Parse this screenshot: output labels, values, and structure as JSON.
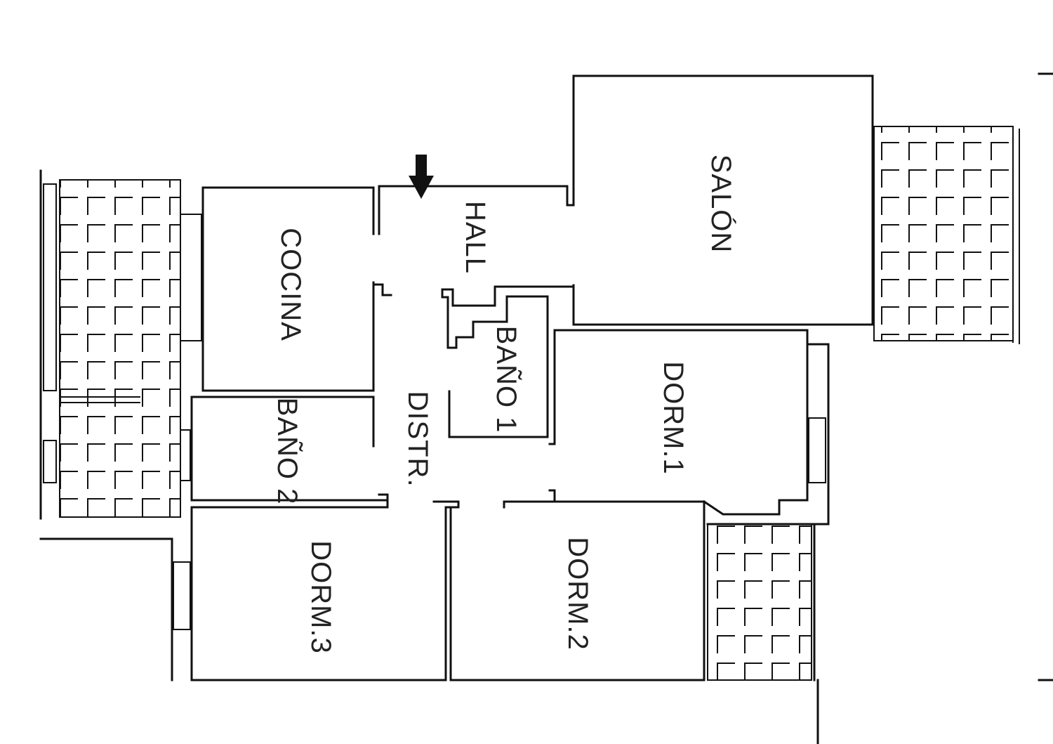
{
  "rooms": {
    "salon": "SALÓN",
    "hall": "HALL",
    "cocina": "COCINA",
    "bano1": "BAÑO 1",
    "bano2": "BAÑO 2",
    "distr": "DISTR.",
    "dorm1": "DORM.1",
    "dorm2": "DORM.2",
    "dorm3": "DORM.3"
  },
  "entrance": {
    "icon": "entrance-arrow-icon"
  },
  "terraces": {
    "pattern": "tiled-grid"
  },
  "colors": {
    "walls": "#111111",
    "background": "#ffffff"
  }
}
